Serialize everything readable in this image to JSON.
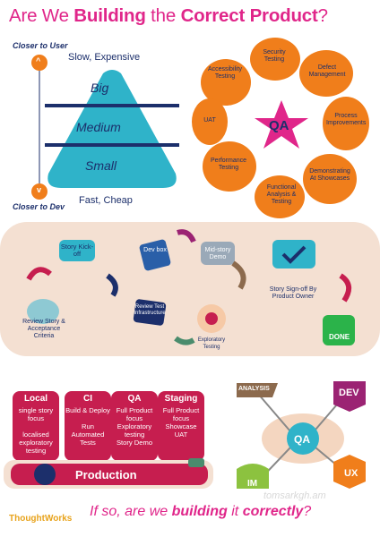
{
  "title": {
    "prefix": "Are We ",
    "b1": "Building",
    "mid": " the ",
    "b2": "Correct Product",
    "q": "?"
  },
  "pyramid": {
    "closer_user": "Closer to User",
    "closer_dev": "Closer to Dev",
    "top_label": "Slow, Expensive",
    "bottom_label": "Fast, Cheap",
    "levels": [
      "Big",
      "Medium",
      "Small"
    ],
    "up_symbol": "^",
    "down_symbol": "v"
  },
  "qa_flower": {
    "center": "QA",
    "petals": [
      "Accessibility Testing",
      "Security Testing",
      "Defect Management",
      "Process Improvements",
      "Demonstrating At Showcases",
      "Functional Analysis & Testing",
      "Performance Testing",
      "UAT"
    ]
  },
  "flow": {
    "story_kickoff": "Story Kick-off",
    "dev_box": "Dev box",
    "mid_story_demo": "Mid-story Demo",
    "review_story": "Review Story & Acceptance Criteria",
    "review_test": "Review Test Infrastructure",
    "exploratory": "Exploratory Testing",
    "signoff": "Story Sign-off By Product Owner",
    "done": "DONE"
  },
  "pipeline": {
    "columns": [
      {
        "head": "Local",
        "items": [
          "single story focus",
          "localised exploratory testing"
        ]
      },
      {
        "head": "CI",
        "items": [
          "Build & Deploy",
          "Run Automated Tests"
        ]
      },
      {
        "head": "QA",
        "items": [
          "Full Product focus",
          "Exploratory testing",
          "Story Demo"
        ]
      },
      {
        "head": "Staging",
        "items": [
          "Full Product focus",
          "Showcase",
          "UAT"
        ]
      }
    ],
    "production": "Production"
  },
  "network": {
    "center": "QA",
    "nodes": [
      "ANALYSIS",
      "DEV",
      "IM",
      "UX"
    ]
  },
  "watermark": "tomsarkgh.am",
  "footer": {
    "prefix": "If so, are we ",
    "b1": "building",
    "mid": " it ",
    "b2": "correctly",
    "q": "?"
  },
  "brand": "ThoughtWorks",
  "colors": {
    "pink": "#e0268a",
    "teal": "#2fb3c9",
    "navy": "#1c2f6b",
    "orange": "#f07e1b",
    "crimson": "#c61e4f",
    "purple": "#9b2373"
  }
}
